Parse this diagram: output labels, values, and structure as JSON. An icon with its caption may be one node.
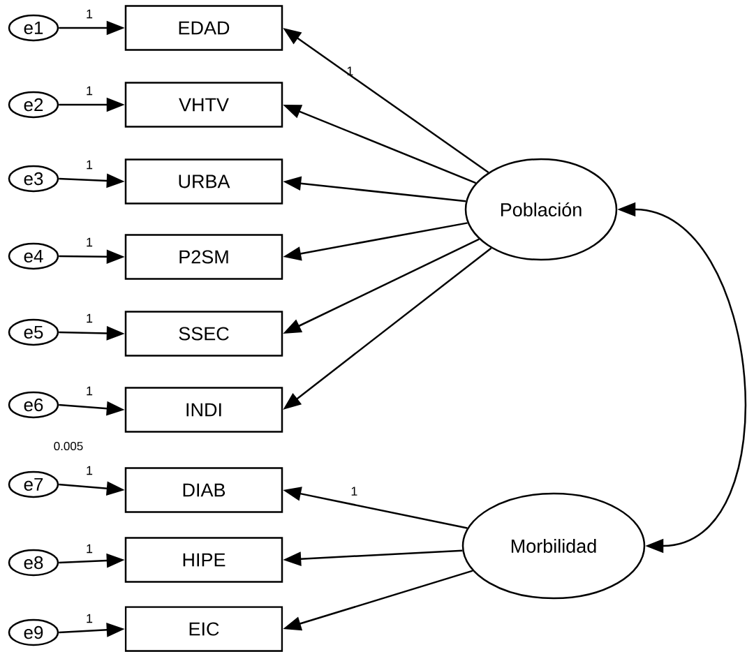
{
  "diagram": {
    "nodes": [
      {
        "text": [
          "e1"
        ]
      },
      {
        "text": [
          "e2"
        ]
      },
      {
        "text": [
          "e3"
        ]
      },
      {
        "text": [
          "e4"
        ]
      },
      {
        "text": [
          "e5"
        ]
      },
      {
        "text": [
          "e6"
        ]
      },
      {
        "text": [
          "e7"
        ],
        "beside": [
          "0.005"
        ]
      },
      {
        "text": [
          "e8"
        ]
      },
      {
        "text": [
          "e9"
        ]
      },
      {
        "text": [
          "EDAD"
        ]
      },
      {
        "text": [
          "VHTV"
        ]
      },
      {
        "text": [
          "URBA"
        ]
      },
      {
        "text": [
          "P2SM"
        ]
      },
      {
        "text": [
          "SSEC"
        ]
      },
      {
        "text": [
          "INDI"
        ]
      },
      {
        "text": [
          "DIAB"
        ]
      },
      {
        "text": [
          "HIPE"
        ]
      },
      {
        "text": [
          "EIC"
        ]
      },
      {
        "text": [
          "Población"
        ]
      },
      {
        "text": [
          "Morbilidad"
        ]
      }
    ],
    "edges": [
      {
        "from": 0,
        "to": 9,
        "arrow": "to",
        "label": "1"
      },
      {
        "from": 1,
        "to": 10,
        "arrow": "to",
        "label": "1"
      },
      {
        "from": 2,
        "to": 11,
        "arrow": "to",
        "label": "1"
      },
      {
        "from": 3,
        "to": 12,
        "arrow": "to",
        "label": "1"
      },
      {
        "from": 4,
        "to": 13,
        "arrow": "to",
        "label": "1"
      },
      {
        "from": 5,
        "to": 14,
        "arrow": "to",
        "label": "1"
      },
      {
        "from": 6,
        "to": 15,
        "arrow": "to",
        "label": "1"
      },
      {
        "from": 7,
        "to": 16,
        "arrow": "to",
        "label": "1"
      },
      {
        "from": 8,
        "to": 17,
        "arrow": "to",
        "label": "1"
      },
      {
        "from": 18,
        "to": 9,
        "arrow": "to",
        "label": "1"
      },
      {
        "from": 18,
        "to": 10,
        "arrow": "to"
      },
      {
        "from": 18,
        "to": 11,
        "arrow": "to"
      },
      {
        "from": 18,
        "to": 12,
        "arrow": "to"
      },
      {
        "from": 18,
        "to": 13,
        "arrow": "to"
      },
      {
        "from": 18,
        "to": 14,
        "arrow": "to"
      },
      {
        "from": 19,
        "to": 15,
        "arrow": "to",
        "label": "1"
      },
      {
        "from": 19,
        "to": 16,
        "arrow": "to"
      },
      {
        "from": 19,
        "to": 17,
        "arrow": "to"
      },
      {
        "from": 18,
        "to": 19,
        "arrow": "both"
      }
    ]
  }
}
